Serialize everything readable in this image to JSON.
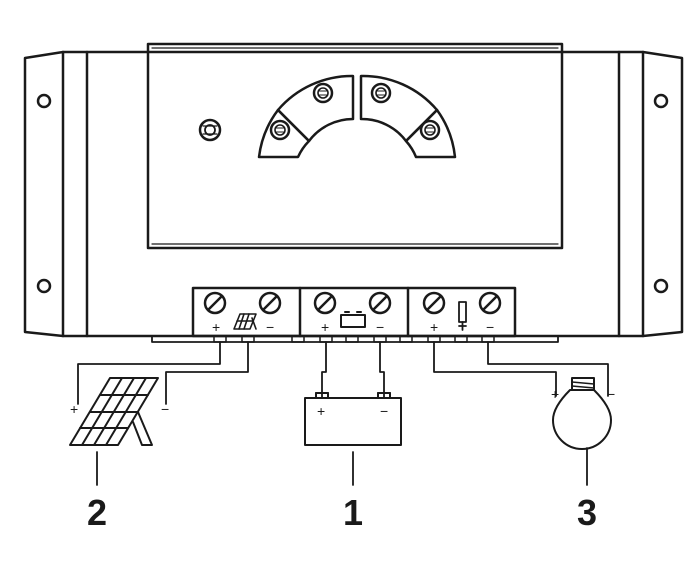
{
  "labels": {
    "terminal_plus": "+",
    "terminal_minus": "−",
    "solar_plus": "+",
    "solar_minus": "−",
    "battery_plus": "+",
    "battery_minus": "−",
    "load_plus": "+",
    "load_minus": "−"
  },
  "numbers": {
    "solar": "2",
    "battery": "1",
    "load": "3"
  },
  "colors": {
    "stroke": "#1a1a1a",
    "face": "#ffffff"
  }
}
